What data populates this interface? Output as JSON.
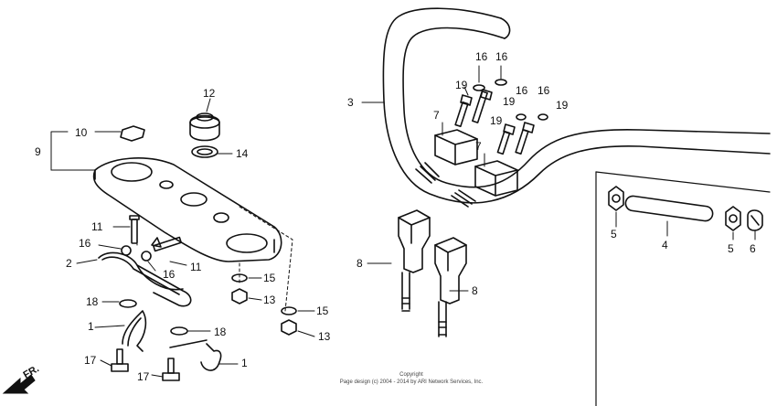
{
  "callouts": [
    {
      "id": "c1",
      "label": "1"
    },
    {
      "id": "c1b",
      "label": "1"
    },
    {
      "id": "c2",
      "label": "2"
    },
    {
      "id": "c3",
      "label": "3"
    },
    {
      "id": "c4",
      "label": "4"
    },
    {
      "id": "c5",
      "label": "5"
    },
    {
      "id": "c5b",
      "label": "5"
    },
    {
      "id": "c6",
      "label": "6"
    },
    {
      "id": "c7",
      "label": "7"
    },
    {
      "id": "c7b",
      "label": "7"
    },
    {
      "id": "c8",
      "label": "8"
    },
    {
      "id": "c8b",
      "label": "8"
    },
    {
      "id": "c9",
      "label": "9"
    },
    {
      "id": "c10",
      "label": "10"
    },
    {
      "id": "c11",
      "label": "11"
    },
    {
      "id": "c11b",
      "label": "11"
    },
    {
      "id": "c12",
      "label": "12"
    },
    {
      "id": "c13",
      "label": "13"
    },
    {
      "id": "c13b",
      "label": "13"
    },
    {
      "id": "c14",
      "label": "14"
    },
    {
      "id": "c15",
      "label": "15"
    },
    {
      "id": "c15b",
      "label": "15"
    },
    {
      "id": "c16a",
      "label": "16"
    },
    {
      "id": "c16b",
      "label": "16"
    },
    {
      "id": "c16c",
      "label": "16"
    },
    {
      "id": "c16d",
      "label": "16"
    },
    {
      "id": "c16e",
      "label": "16"
    },
    {
      "id": "c16f",
      "label": "16"
    },
    {
      "id": "c17",
      "label": "17"
    },
    {
      "id": "c17b",
      "label": "17"
    },
    {
      "id": "c18",
      "label": "18"
    },
    {
      "id": "c18b",
      "label": "18"
    },
    {
      "id": "c19a",
      "label": "19"
    },
    {
      "id": "c19b",
      "label": "19"
    },
    {
      "id": "c19c",
      "label": "19"
    },
    {
      "id": "c19d",
      "label": "19"
    }
  ],
  "direction": "FR.",
  "copyright": {
    "line1": "Copyright",
    "line2": "Page design (c) 2004 - 2014 by ARI Network Services, Inc."
  }
}
